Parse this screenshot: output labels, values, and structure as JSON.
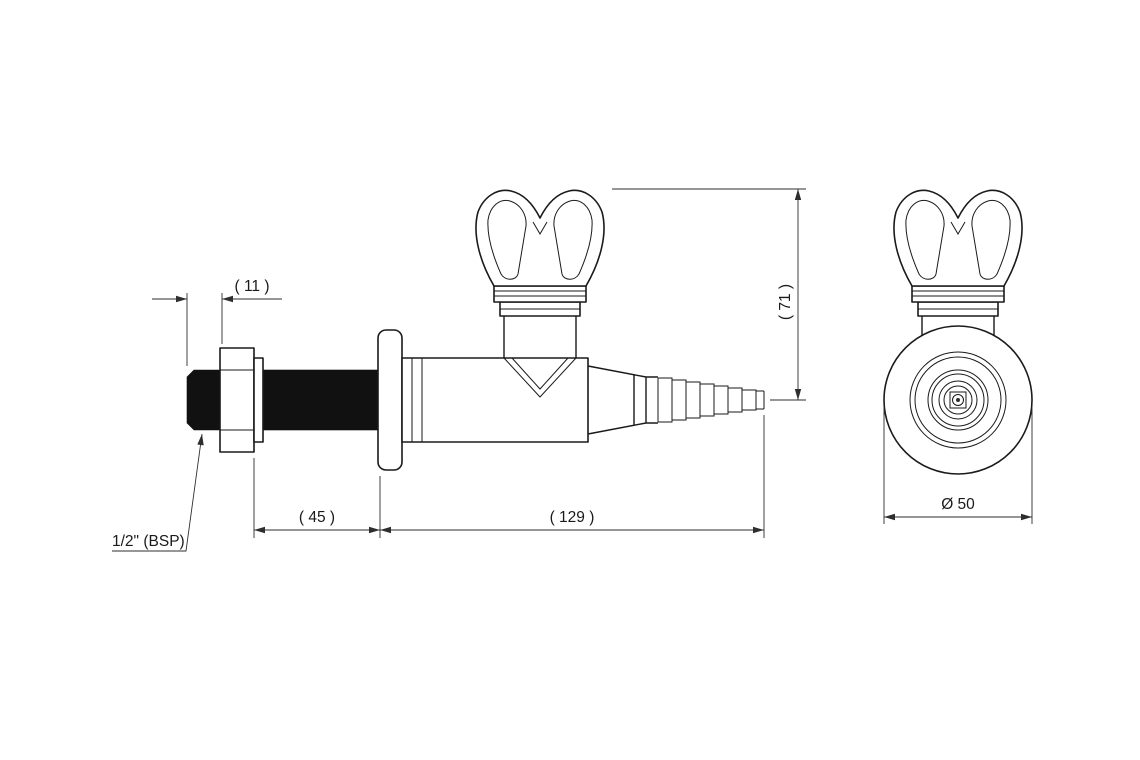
{
  "drawing": {
    "dimensions": {
      "thread_protrusion": "( 11 )",
      "shank_length": "( 45 )",
      "projection": "( 129 )",
      "height": "( 71 )",
      "flange_diameter": "Ø 50",
      "inlet_thread": "1/2\" (BSP)"
    },
    "colors": {
      "line": "#1a1a1a",
      "background": "#ffffff"
    }
  }
}
